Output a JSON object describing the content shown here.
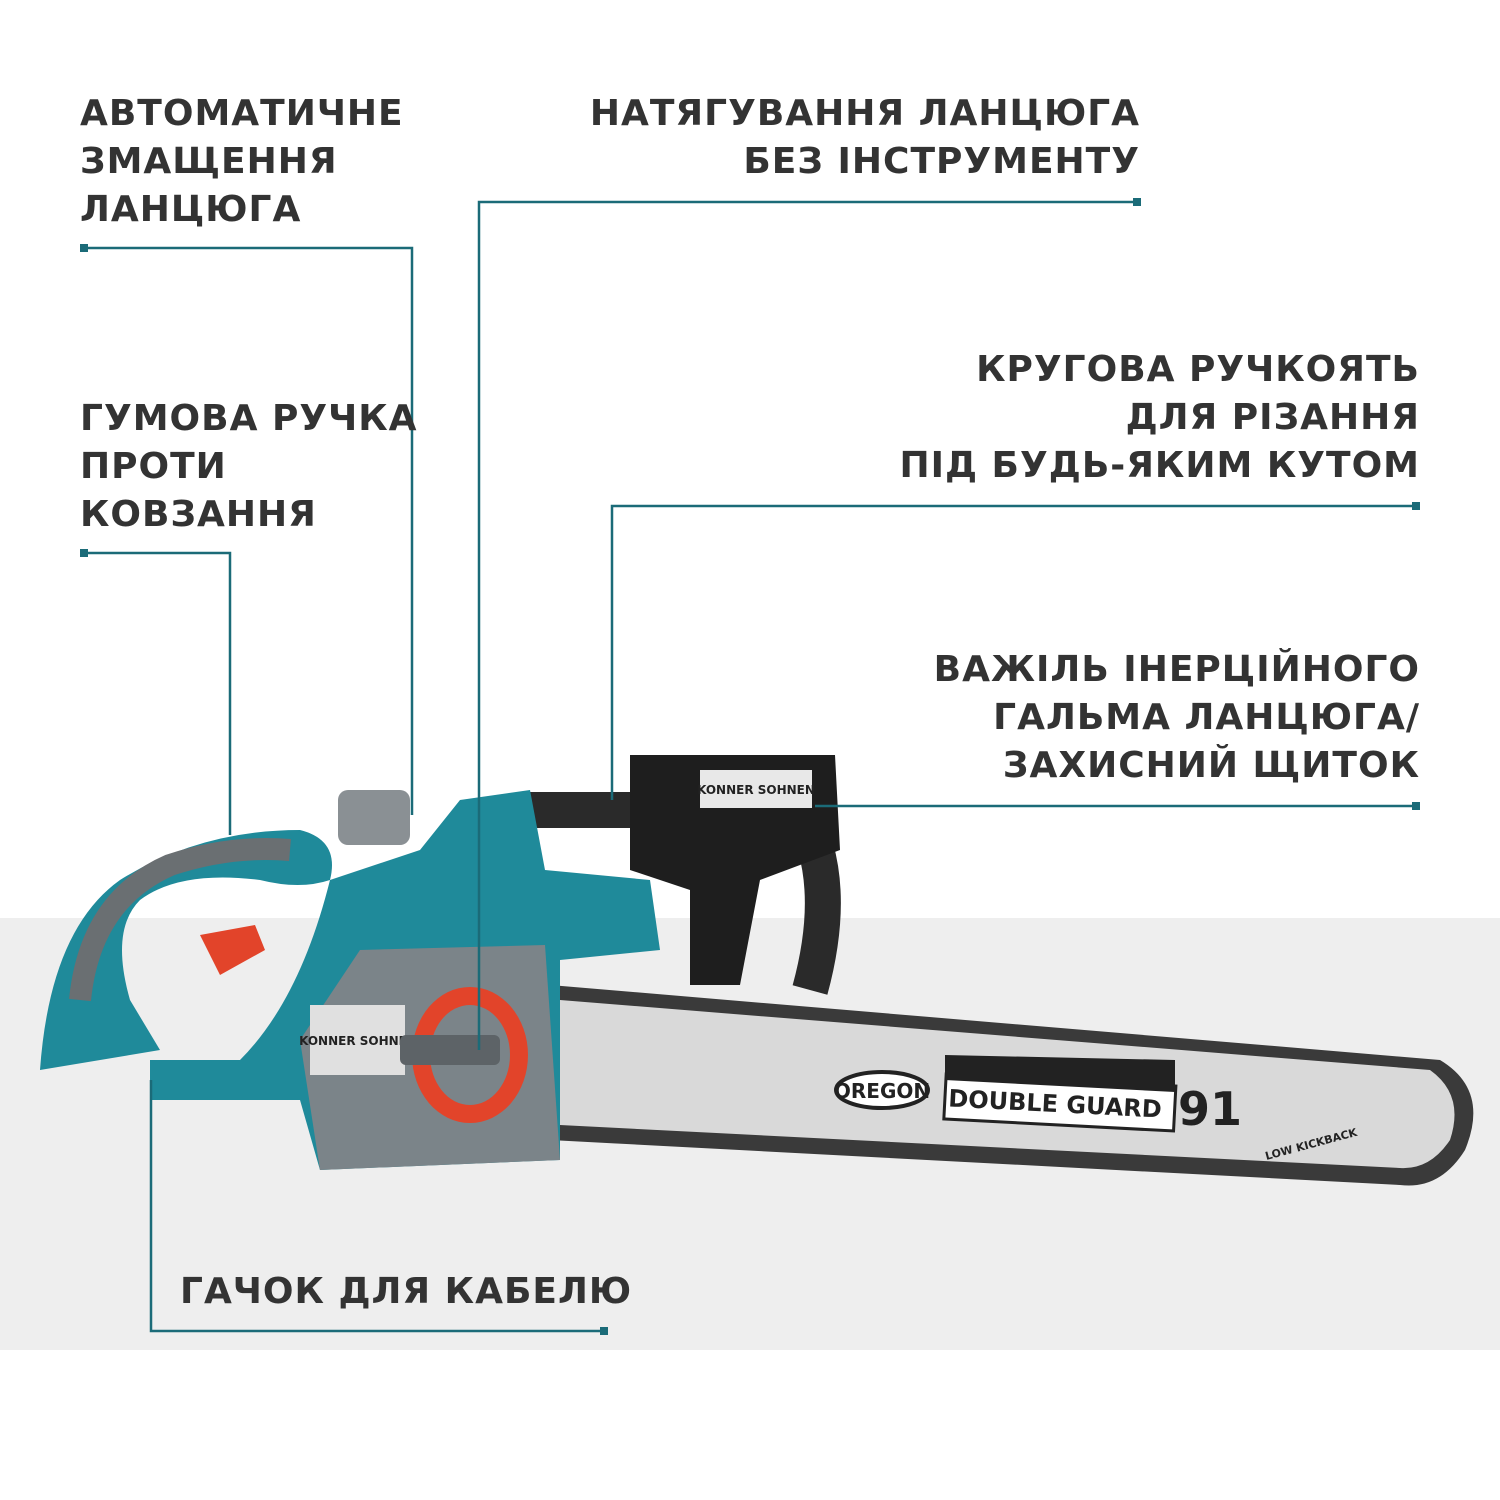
{
  "colors": {
    "accent": "#1b6b78",
    "text": "#333333",
    "band": "#eeeeee",
    "body": "#1f8a9a"
  },
  "callouts": [
    {
      "lines": [
        "АВТОМАТИЧНЕ",
        "ЗМАЩЕННЯ",
        "ЛАНЦЮГА"
      ]
    },
    {
      "lines": [
        "НАТЯГУВАННЯ ЛАНЦЮГА",
        "БЕЗ ІНСТРУМЕНТУ"
      ]
    },
    {
      "lines": [
        "ГУМОВА РУЧКА",
        "ПРОТИ",
        "КОВЗАННЯ"
      ]
    },
    {
      "lines": [
        "КРУГОВА РУЧКОЯТЬ",
        "ДЛЯ РІЗАННЯ",
        "ПІД БУДЬ-ЯКИМ КУТОМ"
      ]
    },
    {
      "lines": [
        "ВАЖІЛЬ ІНЕРЦІЙНОГО",
        "ГАЛЬМА ЛАНЦЮГА/",
        "ЗАХИСНИЙ ЩИТОК"
      ]
    },
    {
      "lines": [
        "ГАЧОК ДЛЯ КАБЕЛЮ"
      ]
    }
  ],
  "product": {
    "brand": "KONNER SOHNEN",
    "bar_brand": "OREGON",
    "bar_model": "DOUBLE GUARD",
    "bar_number": "91",
    "bar_note": "LOW KICKBACK"
  }
}
